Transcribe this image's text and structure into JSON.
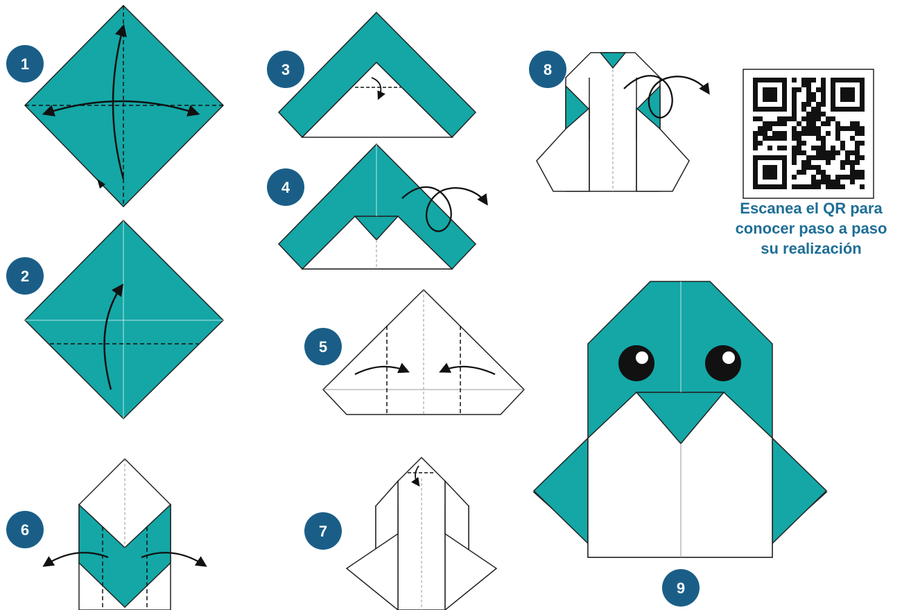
{
  "colors": {
    "paper_teal": "#14a7a6",
    "paper_white": "#ffffff",
    "badge": "#1a5e88",
    "outline": "#222222",
    "caption": "#1e6e96"
  },
  "steps": [
    {
      "number": "1"
    },
    {
      "number": "2"
    },
    {
      "number": "3"
    },
    {
      "number": "4"
    },
    {
      "number": "5"
    },
    {
      "number": "6"
    },
    {
      "number": "7"
    },
    {
      "number": "8"
    },
    {
      "number": "9"
    }
  ],
  "qr": {
    "caption_lines": [
      "Escanea el QR para",
      "conocer paso a paso",
      "su realización"
    ]
  }
}
